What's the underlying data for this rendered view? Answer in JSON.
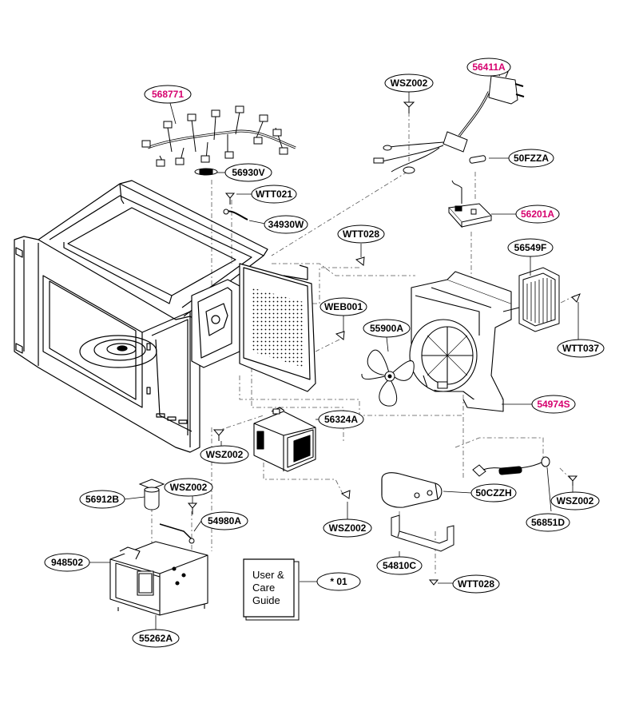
{
  "colors": {
    "standard_label": "#000000",
    "highlight_label": "#d6006e",
    "line": "#000000",
    "dashed": "#555555"
  },
  "labels": {
    "p568771": "568771",
    "p56930V": "56930V",
    "pWTT021": "WTT021",
    "p34930W": "34930W",
    "pWSZ002_top": "WSZ002",
    "p56411A": "56411A",
    "p50FZZA": "50FZZA",
    "p56201A": "56201A",
    "pWTT028_top": "WTT028",
    "p56549F": "56549F",
    "pWEB001": "WEB001",
    "p55900A": "55900A",
    "pWTT037": "WTT037",
    "p54974S": "54974S",
    "p56324A": "56324A",
    "pWSZ002_left": "WSZ002",
    "p56912B": "56912B",
    "pWSZ002_mid": "WSZ002",
    "p54980A": "54980A",
    "p948502": "948502",
    "p55262A": "55262A",
    "pWSZ002_bottom": "WSZ002",
    "p50CZZH": "50CZZH",
    "pWSZ002_right": "WSZ002",
    "p56851D": "56851D",
    "p54810C": "54810C",
    "pWTT028_bottom": "WTT028",
    "p01": "* 01"
  },
  "guide": {
    "line1": "User &",
    "line2": "Care",
    "line3": "Guide"
  }
}
